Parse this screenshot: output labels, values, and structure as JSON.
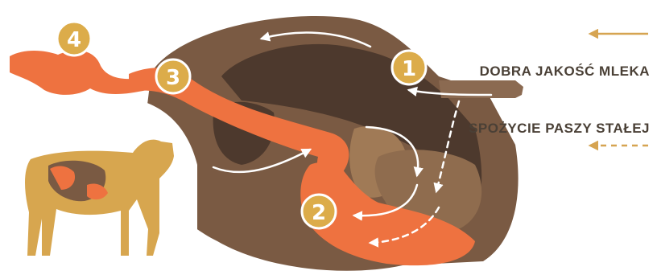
{
  "legend": {
    "solid_label": "DOBRA JAKOŚĆ MLEKA",
    "dashed_label": "SPOŻYCIE PASZY STAŁEJ"
  },
  "badges": [
    "1",
    "2",
    "3",
    "4"
  ],
  "colors": {
    "rumen": "#7a5a43",
    "rumen_inner": "#4d392d",
    "tract": "#ee7240",
    "badge": "#dcac4a",
    "cow": "#d7a64f",
    "arrow_legend": "#d6a451",
    "text": "#4a4036"
  }
}
